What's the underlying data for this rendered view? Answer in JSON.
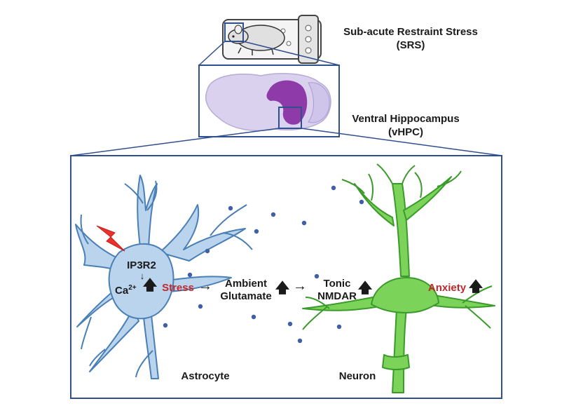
{
  "title_lines": [
    "Sub-acute Restraint Stress",
    "(SRS)"
  ],
  "region_lines": [
    "Ventral Hippocampus",
    "(vHPC)"
  ],
  "labels": {
    "ip3r2": "IP3R2",
    "small_arrow": "↓",
    "ca_base": "Ca",
    "ca_sup": "2+",
    "stress": "Stress",
    "ambient": "Ambient",
    "glutamate": "Glutamate",
    "tonic": "Tonic",
    "nmdar": "NMDAR",
    "anxiety": "Anxiety",
    "astrocyte": "Astrocyte",
    "neuron": "Neuron"
  },
  "glyphs": {
    "right_arrow": "→",
    "up_arrow": "🡅"
  },
  "colors": {
    "astrocyte_fill": "#b9d4ec",
    "astrocyte_stroke": "#4a7fb5",
    "neuron_fill": "#7cd35a",
    "neuron_stroke": "#3a9a2a",
    "dot": "#3f5fa8",
    "lightning": "#e8322c",
    "brain_fill": "#d9d1ee",
    "hippocampus": "#8e3aa8",
    "box_stroke": "#2f4f8f",
    "highlight_text": "#c0282a"
  },
  "icons": [
    "mouse-in-restraint-tube-icon",
    "brain-sagittal-icon",
    "lightning-bolt-icon"
  ]
}
